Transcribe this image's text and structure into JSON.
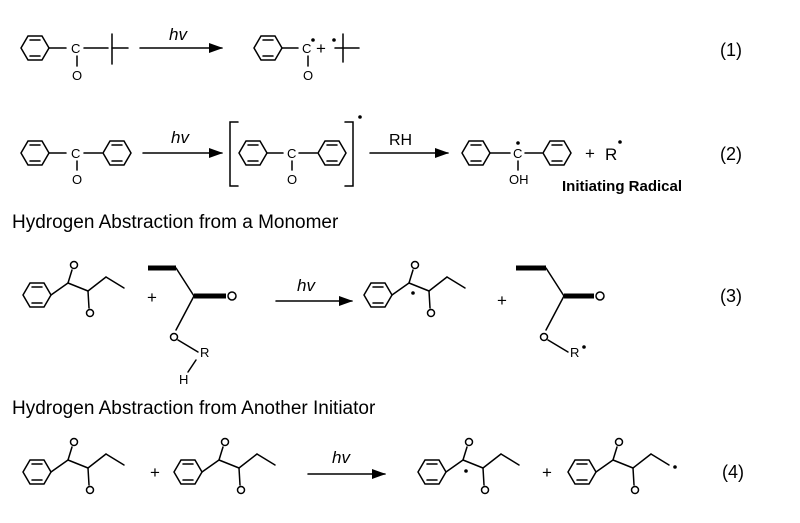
{
  "reaction1": {
    "condition": "hv",
    "number": "(1)",
    "carbonyl_o": "O"
  },
  "reaction2": {
    "condition": "hv",
    "reagent": "RH",
    "number": "(2)",
    "carbonyl_o": "O",
    "hydroxyl": "OH",
    "radical_symbol": "R",
    "initiating_label": "Initiating Radical"
  },
  "section3_heading": "Hydrogen Abstraction from a Monomer",
  "reaction3": {
    "condition": "hv",
    "number": "(3)",
    "r_group": "R",
    "hydrogen": "H"
  },
  "section4_heading": "Hydrogen Abstraction from Another Initiator",
  "reaction4": {
    "condition": "hv",
    "number": "(4)"
  },
  "plus_sign": "+",
  "colors": {
    "ink": "#000000",
    "background": "#ffffff"
  }
}
